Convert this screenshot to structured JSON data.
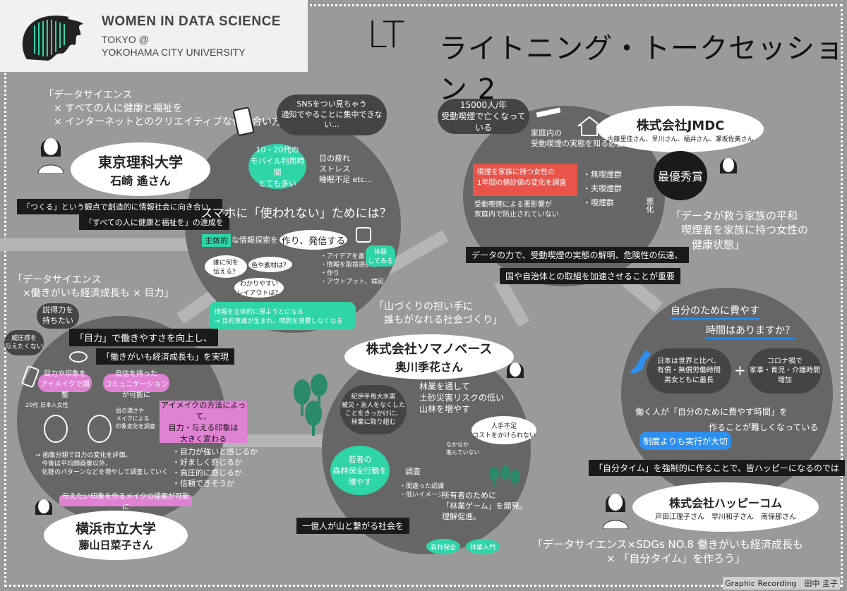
{
  "header": {
    "org_title": "WOMEN IN DATA SCIENCE",
    "org_line1": "TOKYO @",
    "org_line2": "YOKOHAMA CITY UNIVERSITY",
    "lt_mark": "LT",
    "session_title": "ライトニング・トークセッション 2"
  },
  "tus": {
    "quote": "「データサイエンス\n　× すべての人に健康と福祉を\n　× インターネットとのクリエイティブな付き合い方」",
    "university": "東京理科大学",
    "speaker": "石崎 遙さん",
    "note1": "「つくる」という観点で創造的に情報社会に向き合い、",
    "note2": "「すべての人に健康と福祉を」の達成を",
    "sns_cloud": "SNSをつい見ちゃう\n通知でやることに集中できない…",
    "teal_time": "10・20代の\nモバイル利用時間\nとても多い",
    "symptoms": "目の疲れ\nストレス\n睡眠不足 etc…",
    "headline": "スマホに「使われない」ためには？",
    "active_label": "主体的",
    "active_text": "な情報探索を →",
    "create_box": "作り、発信する",
    "q1": "誰に何を\n伝える？",
    "q2": "色や素材は？",
    "q3": "わかりやすい\nレイアウトは？",
    "steps": "・アイデアを書き、\n・情報を取捨選択し\n・作り\n・アウトプット、検証",
    "exp_badge": "体験\nしてみる",
    "bottom_teal": "情報を主体的に得ようとになる\n→ 目的意識が生まれ、時間を浪費しなくなる"
  },
  "yokohama": {
    "quote": "「データサイエンス\n　×働きがいも経済成長も × 目力」",
    "cloud1": "説得力を\n持ちたい",
    "cloud2": "威圧感を\n与えたくない",
    "line1": "「目力」で働きやすさを向上し、",
    "line2": "「働きがいも経済成長も」を実現",
    "pink1": "目力や印象を\nアイメイクで調整",
    "pink2": "自信を持った\nコミュニケーションが可能に",
    "study": "20代 日本人女性",
    "contrast": "眉の濃さや\nメイクによる\n印象変化を調査",
    "pink_big": "アイメイクの方法によって、\n目力・与える印象は\n大きく変わる",
    "items": "・目力が強いと感じるか\n・好ましく感じるか\n・高圧的に感じるか\n・信頼できそうか",
    "analysis": "→ 画像分類で目力の変化を評価。\n　今後は平均顔画像以外、\n　化粧のパターンなどを増やして調査していく",
    "pink_strip": "与えたい印象を作るメイクの提案が可能に",
    "university": "横浜市立大学",
    "speaker": "藤山日菜子さん"
  },
  "jmdc": {
    "cloud_count": "15000人/年\n受動喫煙で亡くなっている",
    "company": "株式会社JMDC",
    "names": "内藤里佳さん、早川さん、福井さん、瀬坂佐美さん",
    "family": "家庭内の\n受動喫煙の実態を知る必要",
    "red_box": "喫煙を家族に持つ女性の\n1年間の健診値の変化を調査",
    "groups": "・無喫煙群\n・夫喫煙群\n・喫煙群",
    "worse": "悪化",
    "award": "最優秀賞",
    "red_line": "受動喫煙による悪影響が\n家庭内で防止されていない",
    "blk1": "データの力で、受動喫煙の実態の解明、危険性の伝達、",
    "blk2": "国や自治体との取組を加速させることが重要",
    "quote": "「データが救う家族の平和\n　喫煙者を家族に持つ女性の\n　　健康状態」"
  },
  "sumai": {
    "quote": "「山づくりの担い手に\n　誰もがなれる社会づくり」",
    "company": "株式会社ソマノベース",
    "speaker": "奥川季花さん",
    "cloud_kii": "紀伊半島大水害\n被災・友人をなくした\nことをきっかけに、\n林業に取り組む",
    "forest_text": "林業を通して\n土砂災害リスクの低い\n山林を増やす",
    "cloud_labor": "人手不足\nコストをかけられない",
    "cloud_know": "なかなか\n進んでいない",
    "teal_circle": "若者の\n森林保全行動を\n増やす",
    "survey": "調査",
    "survey_items": "・間違った認識\n・低いイメージ",
    "game": "所有者のために\n「林業ゲーム」を開発。\n理解促進。",
    "teal_a": "森林保全",
    "teal_b": "林業入門",
    "blk": "一億人が山と繋がる社会を"
  },
  "happy": {
    "q_title1": "自分のために費やす",
    "q_title2": "時間はありますか？",
    "cloud_japan": "日本は世界と比べ、\n有償・無償労働時間\n男女ともに最長",
    "plus": "+",
    "cloud_corona": "コロナ禍で\n家事・育児・介護時間\n増加",
    "line1": "働く人が「自分のために費やす時間」を",
    "line2": "作ることが難しくなっている",
    "blue": "制度よりも実行が大切",
    "blk": "「自分タイム」を強制的に作ることで、皆ハッピーになるのでは",
    "company": "株式会社ハッピーコム",
    "names": "戸田江理子さん　早川和子さん　南保那さん",
    "quote": "「データサイエンス×SDGs NO.8 働きがいも経済成長も\n　　　　　　　× 「自分タイム」を作ろう」"
  },
  "footer": {
    "credit": "Graphic Recording　田中 圭子"
  },
  "colors": {
    "background": "#9a9a9a",
    "circle": "#666666",
    "teal": "#2fd4a8",
    "pink": "#e082d2",
    "red": "#e8544a",
    "blue": "#2d8ff0"
  }
}
